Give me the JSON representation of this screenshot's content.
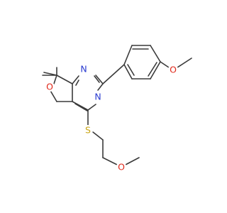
{
  "molecule": {
    "atoms": [
      {
        "element": "N",
        "label": "N",
        "color": "#2a3bd0"
      },
      {
        "element": "N",
        "label": "N",
        "color": "#2a3bd0"
      },
      {
        "element": "O",
        "label": "O",
        "color": "#e0281a"
      },
      {
        "element": "O",
        "label": "O",
        "color": "#e0281a"
      },
      {
        "element": "O",
        "label": "O",
        "color": "#e0281a"
      },
      {
        "element": "S",
        "label": "S",
        "color": "#c9a514"
      }
    ],
    "bond_color": "#3a3a3a",
    "background": "#ffffff"
  }
}
